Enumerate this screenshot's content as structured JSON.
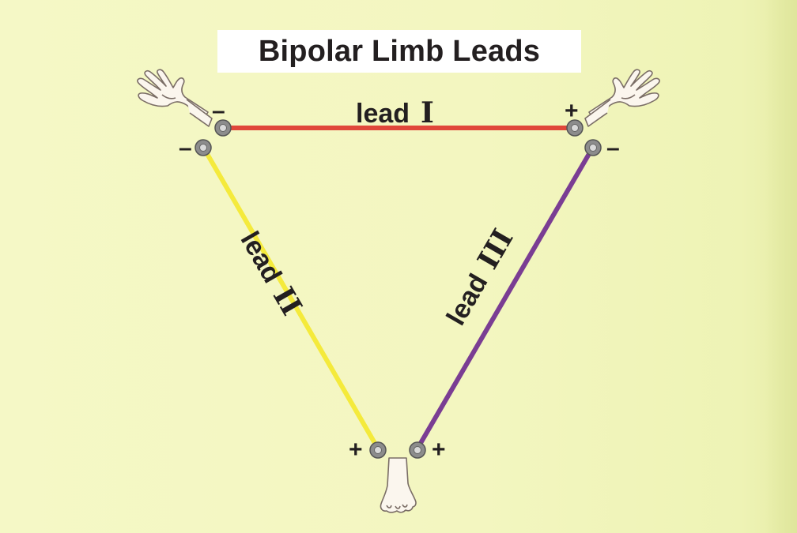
{
  "title": "Bipolar Limb Leads",
  "leads": [
    {
      "id": "I",
      "word": "lead",
      "numeral": "I",
      "color": "#e0473a",
      "positive": "+",
      "negative": "–"
    },
    {
      "id": "II",
      "word": "lead",
      "numeral": "II",
      "color": "#f4ea3c",
      "positive": "+",
      "negative": "–"
    },
    {
      "id": "III",
      "word": "lead",
      "numeral": "III",
      "color": "#7a3d93",
      "positive": "+",
      "negative": "–"
    }
  ],
  "limbs": [
    "right-hand-icon",
    "left-hand-icon",
    "foot-icon"
  ],
  "colors": {
    "background": "#f4f7c2",
    "title_box": "#ffffff",
    "text": "#231f20"
  }
}
